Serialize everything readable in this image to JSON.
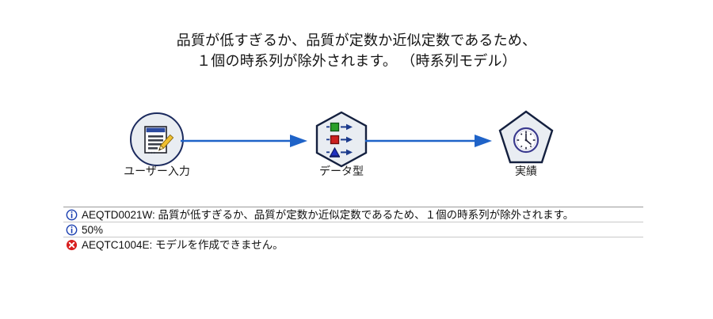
{
  "title": {
    "line1": "品質が低すぎるか、品質が定数か近似定数であるため、",
    "line2": "１個の時系列が除外されます。 （時系列モデル）"
  },
  "diagram": {
    "nodes": [
      {
        "id": "user-input",
        "label": "ユーザー入力",
        "shape": "circle",
        "icon": "document-pencil-icon",
        "fill": "#e9edf2",
        "stroke": "#1b2a5e"
      },
      {
        "id": "data-type",
        "label": "データ型",
        "shape": "hexagon",
        "icon": "data-type-shapes-icon",
        "fill": "#e9edf2",
        "stroke": "#14203f"
      },
      {
        "id": "actuals",
        "label": "実績",
        "shape": "pentagon",
        "icon": "clock-icon",
        "fill": "#e9edf2",
        "stroke": "#14203f"
      }
    ],
    "connectors": [
      {
        "id": "connector-1",
        "from": "user-input",
        "to": "data-type",
        "color": "#1f63c8"
      },
      {
        "id": "connector-2",
        "from": "data-type",
        "to": "actuals",
        "color": "#1f63c8"
      }
    ],
    "icon_colors": {
      "document_header": "#2b4aa0",
      "pencil": "#f0c030",
      "circle_marker": "#2aa02a",
      "square_marker": "#cc2020",
      "triangle_marker": "#2030c0",
      "arrow_marker": "#1b3a8c",
      "clock_rim": "#3b3b8f"
    }
  },
  "message_log": {
    "rows": [
      {
        "severity": "info",
        "icon": "info-icon",
        "icon_color": "#1a3fb0",
        "text": "AEQTD0021W: 品質が低すぎるか、品質が定数か近似定数であるため、１個の時系列が除外されます。"
      },
      {
        "severity": "info",
        "icon": "info-icon",
        "icon_color": "#1a3fb0",
        "text": "50%"
      },
      {
        "severity": "error",
        "icon": "error-icon",
        "icon_color": "#d81f1f",
        "text": "AEQTC1004E: モデルを作成できません。"
      }
    ]
  }
}
